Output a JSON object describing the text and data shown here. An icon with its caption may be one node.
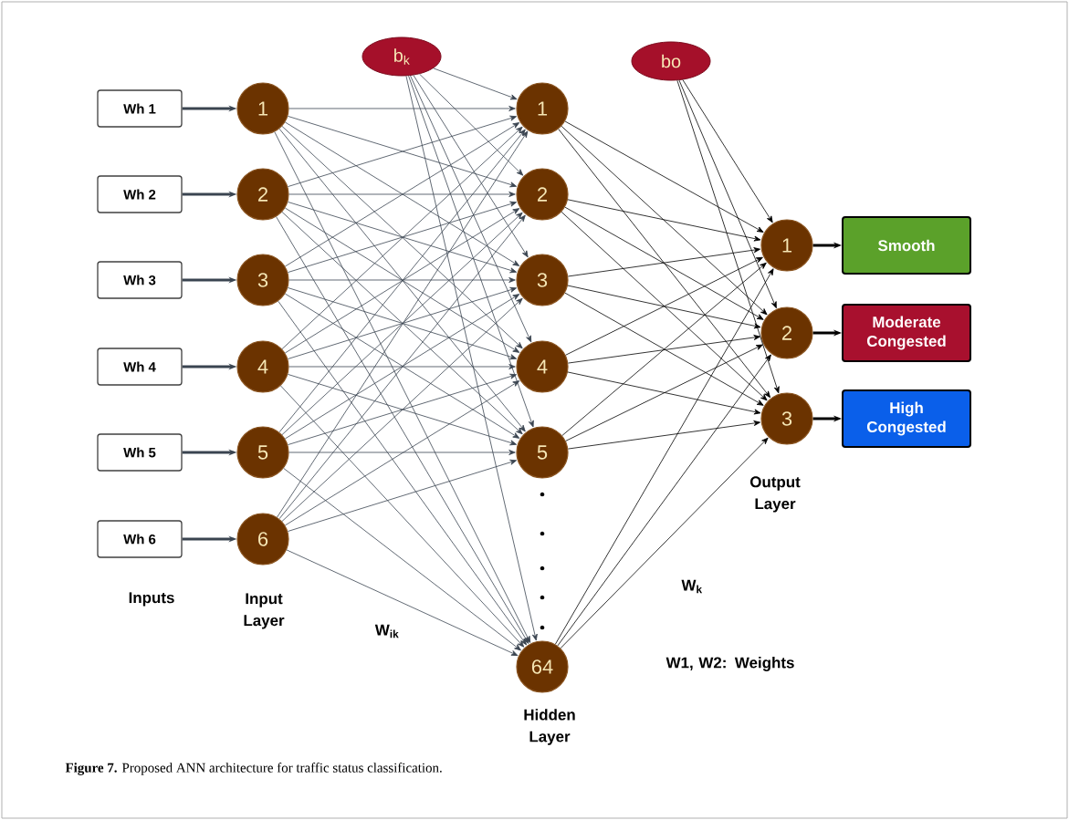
{
  "diagram": {
    "caption": "**Figure 7.** Proposed ANN architecture for traffic status classification.",
    "nodes": [
      {
        "text": [
          "Wh 1"
        ]
      },
      {
        "text": [
          "Wh 2"
        ]
      },
      {
        "text": [
          "Wh 3"
        ]
      },
      {
        "text": [
          "Wh 4"
        ]
      },
      {
        "text": [
          "Wh 5"
        ]
      },
      {
        "text": [
          "Wh 6"
        ]
      },
      {
        "text": [
          "1"
        ]
      },
      {
        "text": [
          "2"
        ]
      },
      {
        "text": [
          "3"
        ]
      },
      {
        "text": [
          "4"
        ]
      },
      {
        "text": [
          "5"
        ]
      },
      {
        "text": [
          "6"
        ]
      },
      {
        "text": [
          "b$_{k}$"
        ]
      },
      {
        "text": [
          "1"
        ]
      },
      {
        "text": [
          "2"
        ]
      },
      {
        "text": [
          "3"
        ]
      },
      {
        "text": [
          "4"
        ]
      },
      {
        "text": [
          "5"
        ]
      },
      {
        "text": [
          "64"
        ]
      },
      {
        "text": [
          "bo"
        ]
      },
      {
        "text": [
          "1"
        ]
      },
      {
        "text": [
          "2"
        ]
      },
      {
        "text": [
          "3"
        ]
      },
      {
        "text": [
          "Smooth"
        ]
      },
      {
        "text": [
          "Moderate Congested"
        ]
      },
      {
        "text": [
          "High Congested"
        ]
      }
    ],
    "edges": [
      {
        "from": 0,
        "to": 6,
        "arrow": "to",
        "style": "thick"
      },
      {
        "from": 1,
        "to": 7,
        "arrow": "to",
        "style": "thick"
      },
      {
        "from": 2,
        "to": 8,
        "arrow": "to",
        "style": "thick"
      },
      {
        "from": 3,
        "to": 9,
        "arrow": "to",
        "style": "thick"
      },
      {
        "from": 4,
        "to": 10,
        "arrow": "to",
        "style": "thick"
      },
      {
        "from": 5,
        "to": 11,
        "arrow": "to",
        "style": "thick"
      },
      {
        "from": 6,
        "to": 13,
        "arrow": "to"
      },
      {
        "from": 6,
        "to": 14,
        "arrow": "to"
      },
      {
        "from": 6,
        "to": 15,
        "arrow": "to"
      },
      {
        "from": 6,
        "to": 16,
        "arrow": "to"
      },
      {
        "from": 6,
        "to": 17,
        "arrow": "to"
      },
      {
        "from": 6,
        "to": 18,
        "arrow": "to"
      },
      {
        "from": 7,
        "to": 13,
        "arrow": "to"
      },
      {
        "from": 7,
        "to": 14,
        "arrow": "to"
      },
      {
        "from": 7,
        "to": 15,
        "arrow": "to"
      },
      {
        "from": 7,
        "to": 16,
        "arrow": "to"
      },
      {
        "from": 7,
        "to": 17,
        "arrow": "to"
      },
      {
        "from": 7,
        "to": 18,
        "arrow": "to"
      },
      {
        "from": 8,
        "to": 13,
        "arrow": "to"
      },
      {
        "from": 8,
        "to": 14,
        "arrow": "to"
      },
      {
        "from": 8,
        "to": 15,
        "arrow": "to"
      },
      {
        "from": 8,
        "to": 16,
        "arrow": "to"
      },
      {
        "from": 8,
        "to": 17,
        "arrow": "to"
      },
      {
        "from": 8,
        "to": 18,
        "arrow": "to"
      },
      {
        "from": 9,
        "to": 13,
        "arrow": "to"
      },
      {
        "from": 9,
        "to": 14,
        "arrow": "to"
      },
      {
        "from": 9,
        "to": 15,
        "arrow": "to"
      },
      {
        "from": 9,
        "to": 16,
        "arrow": "to"
      },
      {
        "from": 9,
        "to": 17,
        "arrow": "to"
      },
      {
        "from": 9,
        "to": 18,
        "arrow": "to"
      },
      {
        "from": 10,
        "to": 13,
        "arrow": "to"
      },
      {
        "from": 10,
        "to": 14,
        "arrow": "to"
      },
      {
        "from": 10,
        "to": 15,
        "arrow": "to"
      },
      {
        "from": 10,
        "to": 16,
        "arrow": "to"
      },
      {
        "from": 10,
        "to": 17,
        "arrow": "to"
      },
      {
        "from": 10,
        "to": 18,
        "arrow": "to"
      },
      {
        "from": 11,
        "to": 13,
        "arrow": "to"
      },
      {
        "from": 11,
        "to": 14,
        "arrow": "to"
      },
      {
        "from": 11,
        "to": 15,
        "arrow": "to"
      },
      {
        "from": 11,
        "to": 16,
        "arrow": "to"
      },
      {
        "from": 11,
        "to": 17,
        "arrow": "to"
      },
      {
        "from": 11,
        "to": 18,
        "arrow": "to"
      },
      {
        "from": 12,
        "to": 13,
        "arrow": "to"
      },
      {
        "from": 12,
        "to": 14,
        "arrow": "to"
      },
      {
        "from": 12,
        "to": 15,
        "arrow": "to"
      },
      {
        "from": 12,
        "to": 16,
        "arrow": "to"
      },
      {
        "from": 12,
        "to": 17,
        "arrow": "to"
      },
      {
        "from": 12,
        "to": 18,
        "arrow": "to"
      },
      {
        "from": 13,
        "to": 20,
        "arrow": "to",
        "color": "#000000"
      },
      {
        "from": 13,
        "to": 21,
        "arrow": "to",
        "color": "#000000"
      },
      {
        "from": 13,
        "to": 22,
        "arrow": "to",
        "color": "#000000"
      },
      {
        "from": 14,
        "to": 20,
        "arrow": "to",
        "color": "#000000"
      },
      {
        "from": 14,
        "to": 21,
        "arrow": "to",
        "color": "#000000"
      },
      {
        "from": 14,
        "to": 22,
        "arrow": "to",
        "color": "#000000"
      },
      {
        "from": 15,
        "to": 20,
        "arrow": "to",
        "color": "#000000"
      },
      {
        "from": 15,
        "to": 21,
        "arrow": "to",
        "color": "#000000"
      },
      {
        "from": 15,
        "to": 22,
        "arrow": "to",
        "color": "#000000"
      },
      {
        "from": 16,
        "to": 20,
        "arrow": "to",
        "color": "#000000"
      },
      {
        "from": 16,
        "to": 21,
        "arrow": "to",
        "color": "#000000"
      },
      {
        "from": 16,
        "to": 22,
        "arrow": "to",
        "color": "#000000"
      },
      {
        "from": 17,
        "to": 20,
        "arrow": "to",
        "color": "#000000"
      },
      {
        "from": 17,
        "to": 21,
        "arrow": "to",
        "color": "#000000"
      },
      {
        "from": 17,
        "to": 22,
        "arrow": "to",
        "color": "#000000"
      },
      {
        "from": 18,
        "to": 20,
        "arrow": "to",
        "color": "#000000"
      },
      {
        "from": 18,
        "to": 21,
        "arrow": "to",
        "color": "#000000"
      },
      {
        "from": 18,
        "to": 22,
        "arrow": "to",
        "color": "#000000"
      },
      {
        "from": 19,
        "to": 20,
        "arrow": "to",
        "color": "#000000"
      },
      {
        "from": 19,
        "to": 21,
        "arrow": "to",
        "color": "#000000"
      },
      {
        "from": 19,
        "to": 22,
        "arrow": "to",
        "color": "#000000"
      },
      {
        "from": 20,
        "to": 23,
        "arrow": "to",
        "style": "thick",
        "color": "#000000"
      },
      {
        "from": 21,
        "to": 24,
        "arrow": "to",
        "style": "thick",
        "color": "#000000"
      },
      {
        "from": 22,
        "to": 25,
        "arrow": "to",
        "style": "thick",
        "color": "#000000"
      }
    ],
    "labels": [
      "Output Layer",
      "W$_{k}$",
      "Inputs",
      "Input Layer",
      "W$_{ik}$",
      "W1, W2: Weights",
      "Hidden Layer"
    ]
  }
}
